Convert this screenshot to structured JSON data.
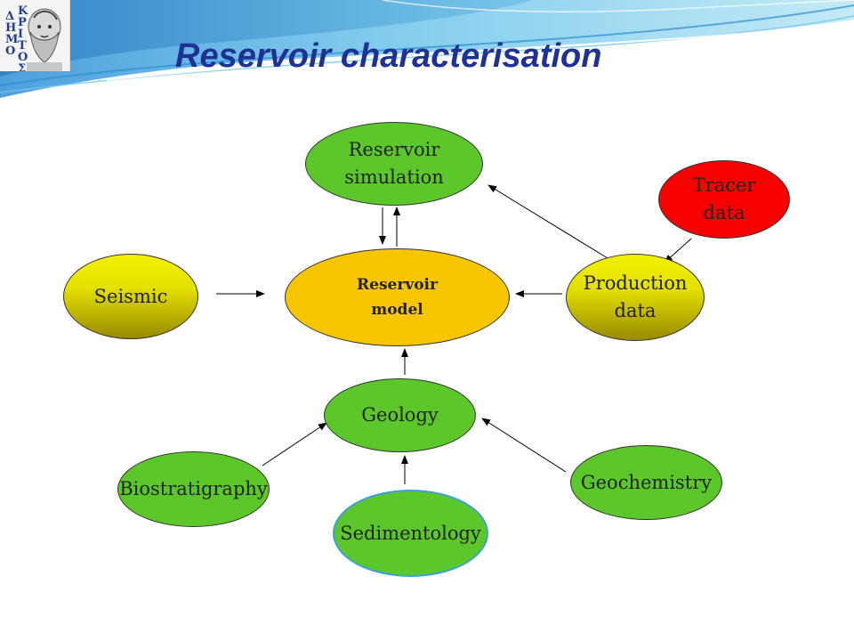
{
  "slide": {
    "title": "Reservoir characterisation",
    "logo": {
      "icon": "philosopher-bust-logo",
      "letters_col1": [
        "Δ",
        "Η",
        "Μ",
        "Ο"
      ],
      "letters_col2": [
        "Κ",
        "Ρ",
        "Ι",
        "Τ",
        "Ο",
        "Σ"
      ]
    }
  },
  "colors": {
    "title": "#1f3192",
    "green": "#5cc72a",
    "yellow": "#f4f000",
    "red": "#f70000",
    "gold": "#f8c600"
  },
  "diagram": {
    "nodes": {
      "reservoir_simulation": "Reservoir\nsimulation",
      "tracer_data": "Tracer\ndata",
      "seismic": "Seismic",
      "reservoir_model": "Reservoir\nmodel",
      "production_data": "Production\ndata",
      "geology": "Geology",
      "biostratigraphy": "Biostratigraphy",
      "geochemistry": "Geochemistry",
      "sedimentology": "Sedimentology"
    }
  }
}
